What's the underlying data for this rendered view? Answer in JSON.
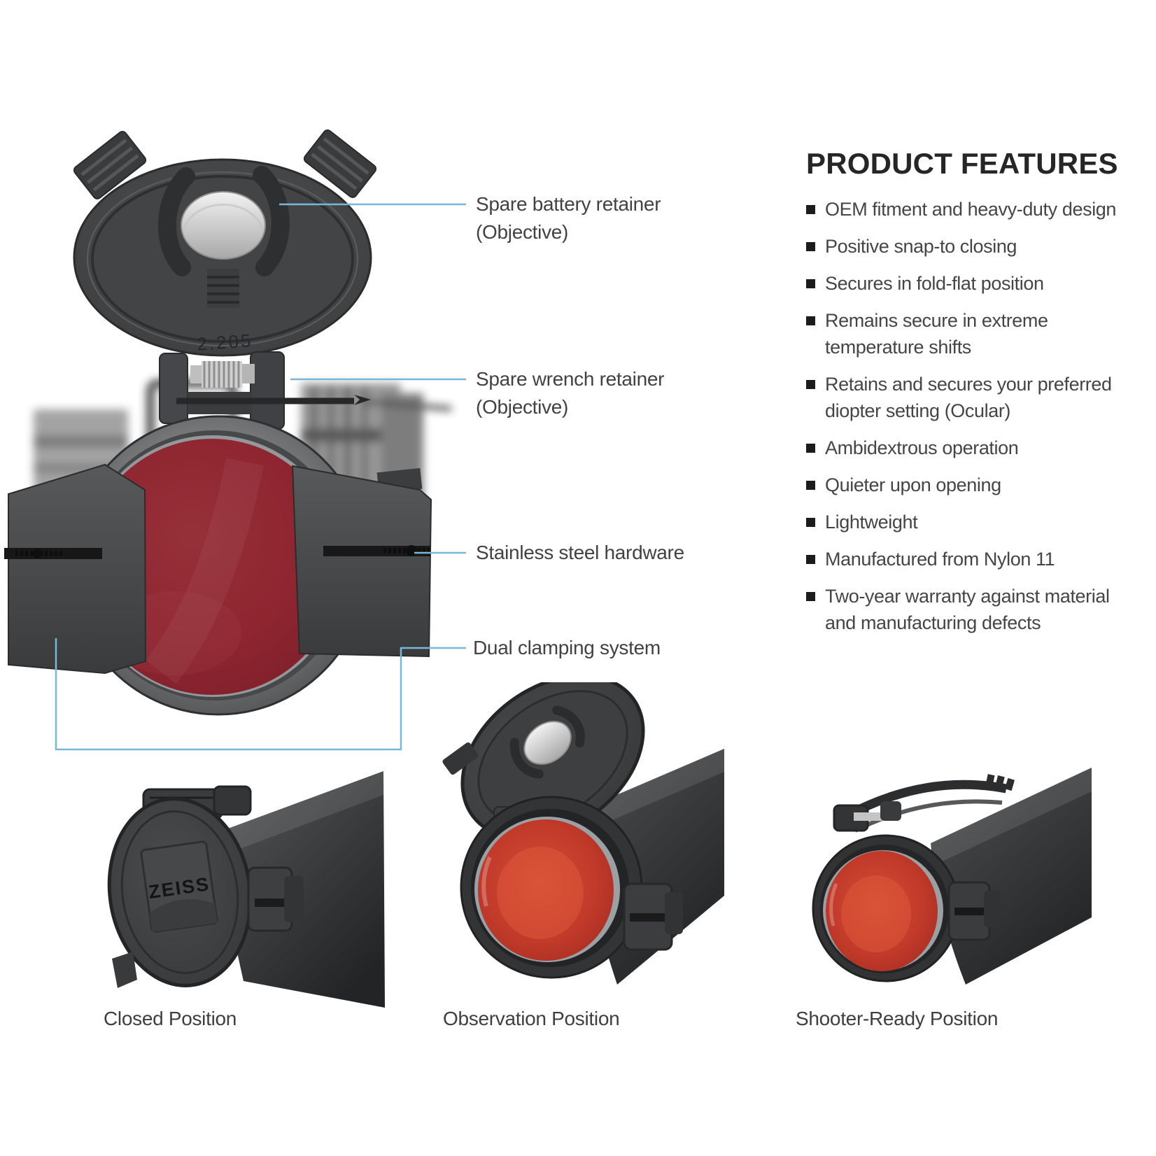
{
  "features": {
    "title": "PRODUCT FEATURES",
    "items": [
      "OEM fitment and heavy-duty design",
      "Positive snap-to closing",
      "Secures in fold-flat position",
      "Remains secure in extreme temperature shifts",
      "Retains and secures your preferred diopter setting (Ocular)",
      "Ambidextrous operation",
      "Quieter upon opening",
      "Lightweight",
      "Manufactured from Nylon 11",
      "Two-year warranty against material and manufacturing defects"
    ]
  },
  "callouts": {
    "color": "#79b7d9",
    "labels": [
      {
        "line1": "Spare battery retainer",
        "line2": "(Objective)"
      },
      {
        "line1": "Spare wrench retainer",
        "line2": "(Objective)"
      },
      {
        "line1": "Stainless steel hardware",
        "line2": ""
      },
      {
        "line1": "Dual clamping system",
        "line2": ""
      }
    ]
  },
  "main_diagram": {
    "engraving": "2.205"
  },
  "brand": {
    "logo": "ZEISS"
  },
  "positions": [
    {
      "caption": "Closed Position"
    },
    {
      "caption": "Observation Position"
    },
    {
      "caption": "Shooter-Ready Position"
    }
  ],
  "colors": {
    "accent_line": "#79b7d9",
    "title_text": "#262626",
    "body_text": "#454545",
    "lens_maroon": "#8e2530",
    "lens_bright": "#c23a2a",
    "cap_gray": "#3f4041",
    "battery_silver": "#d9d9d9"
  }
}
